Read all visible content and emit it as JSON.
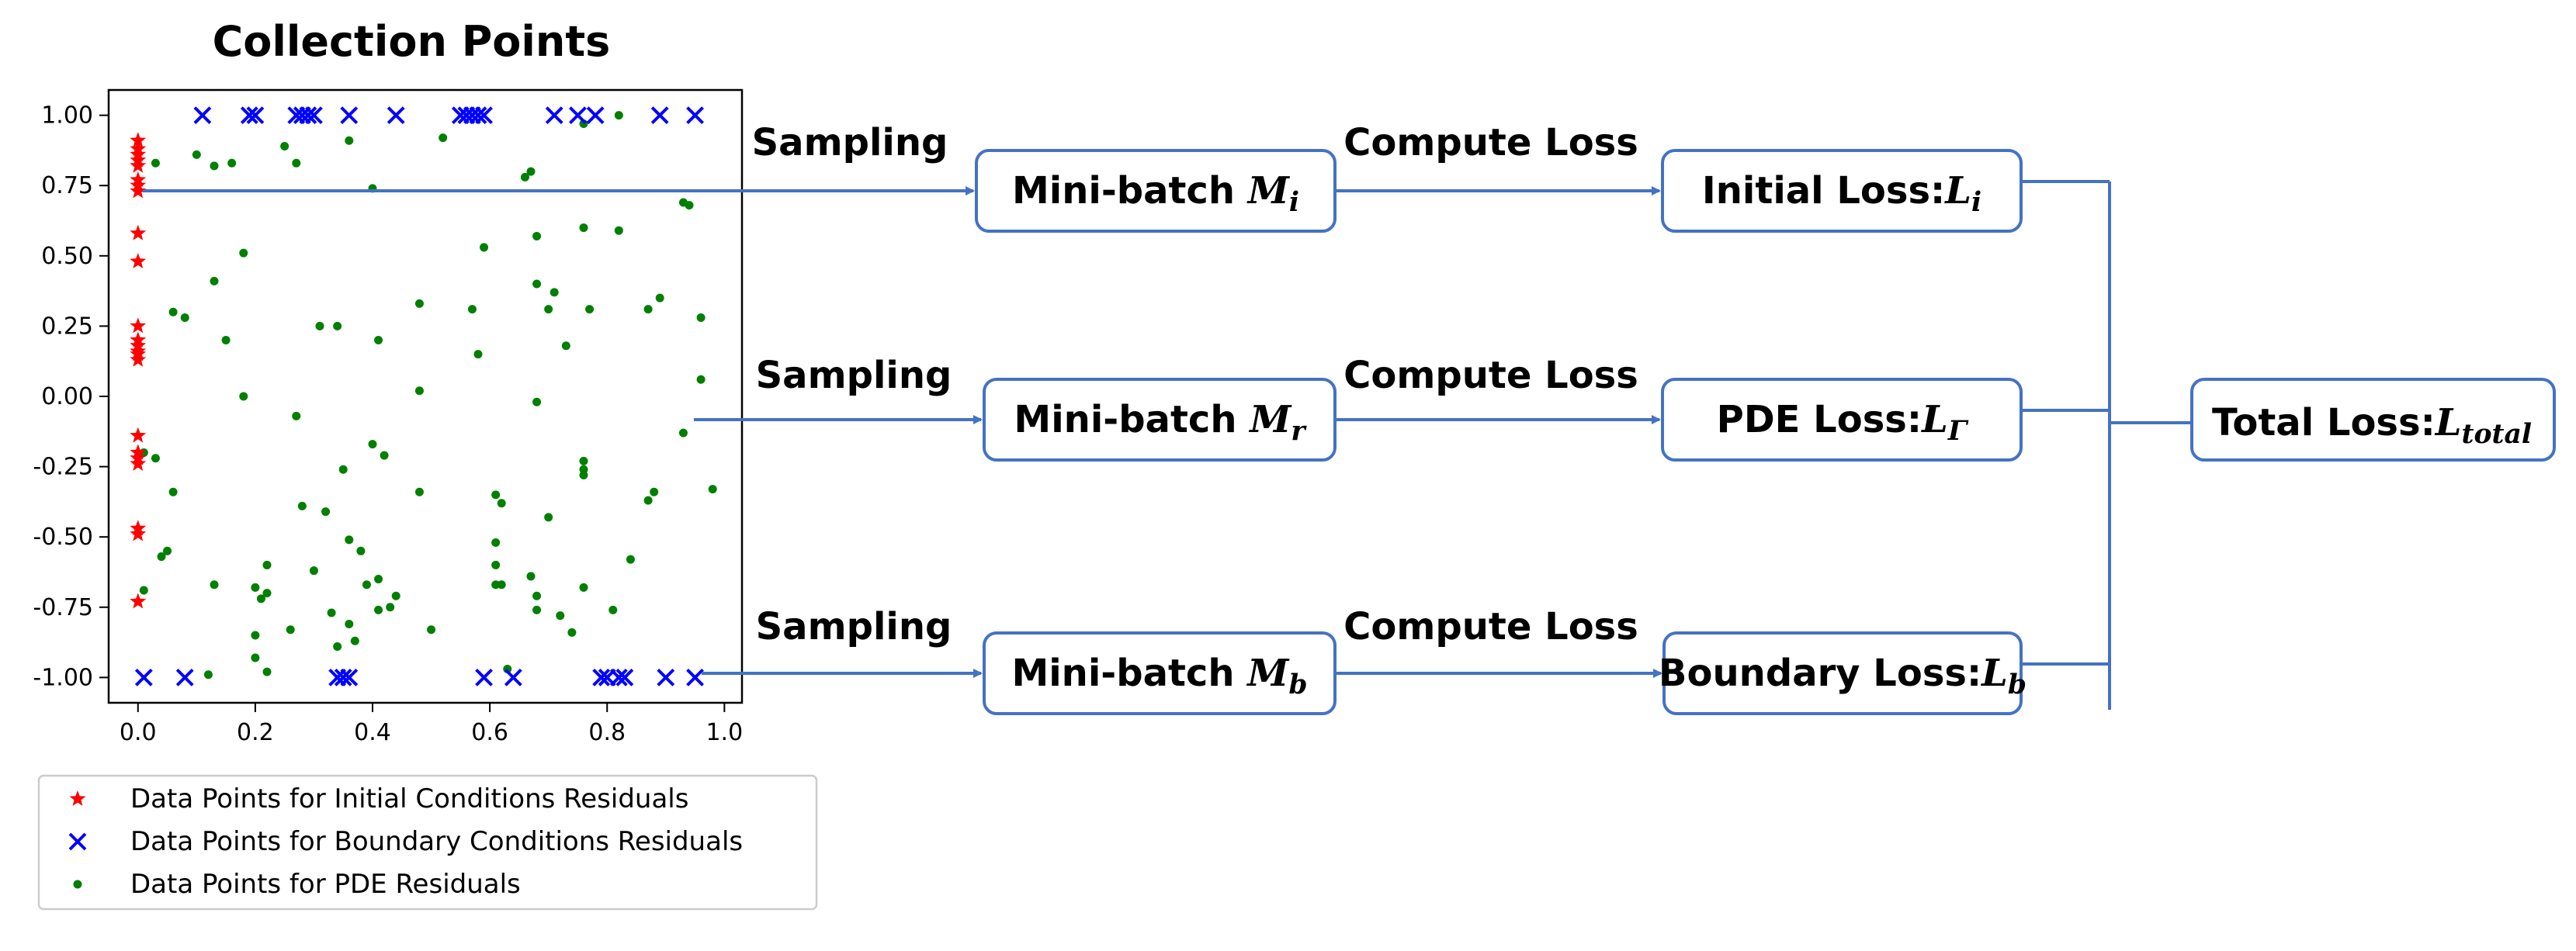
{
  "chart_data": {
    "type": "scatter",
    "title": "Collection Points",
    "xlabel": "",
    "ylabel": "",
    "xlim": [
      -0.05,
      1.03
    ],
    "ylim": [
      -1.09,
      1.09
    ],
    "x_ticks": [
      "0.0",
      "0.2",
      "0.4",
      "0.6",
      "0.8",
      "1.0"
    ],
    "y_ticks": [
      "1.00",
      "0.75",
      "0.50",
      "0.25",
      "0.00",
      "-0.25",
      "-0.50",
      "-0.75",
      "-1.00"
    ],
    "grid": false,
    "legend_position": "bottom-left, outside",
    "series": [
      {
        "name": "Data Points for Initial Conditions Residuals",
        "marker": "star",
        "color": "#ff0000",
        "points": [
          [
            0,
            0.91
          ],
          [
            0,
            0.88
          ],
          [
            0,
            0.86
          ],
          [
            0,
            0.84
          ],
          [
            0,
            0.82
          ],
          [
            0,
            0.77
          ],
          [
            0,
            0.75
          ],
          [
            0,
            0.73
          ],
          [
            0,
            0.58
          ],
          [
            0,
            0.48
          ],
          [
            0,
            0.25
          ],
          [
            0,
            0.2
          ],
          [
            0,
            0.18
          ],
          [
            0,
            0.16
          ],
          [
            0,
            0.15
          ],
          [
            0,
            0.13
          ],
          [
            0,
            -0.14
          ],
          [
            0,
            -0.2
          ],
          [
            0,
            -0.22
          ],
          [
            0,
            -0.24
          ],
          [
            0,
            -0.47
          ],
          [
            0,
            -0.49
          ],
          [
            0,
            -0.73
          ]
        ]
      },
      {
        "name": "Data Points for Boundary Conditions Residuals",
        "marker": "x",
        "color": "#0000ff",
        "points": [
          [
            0.11,
            1
          ],
          [
            0.19,
            1
          ],
          [
            0.2,
            1
          ],
          [
            0.27,
            1
          ],
          [
            0.28,
            1
          ],
          [
            0.29,
            1
          ],
          [
            0.3,
            1
          ],
          [
            0.36,
            1
          ],
          [
            0.44,
            1
          ],
          [
            0.55,
            1
          ],
          [
            0.56,
            1
          ],
          [
            0.57,
            1
          ],
          [
            0.58,
            1
          ],
          [
            0.59,
            1
          ],
          [
            0.71,
            1
          ],
          [
            0.75,
            1
          ],
          [
            0.78,
            1
          ],
          [
            0.89,
            1
          ],
          [
            0.95,
            1
          ],
          [
            0.01,
            -1
          ],
          [
            0.08,
            -1
          ],
          [
            0.34,
            -1
          ],
          [
            0.35,
            -1
          ],
          [
            0.36,
            -1
          ],
          [
            0.59,
            -1
          ],
          [
            0.64,
            -1
          ],
          [
            0.79,
            -1
          ],
          [
            0.8,
            -1
          ],
          [
            0.82,
            -1
          ],
          [
            0.83,
            -1
          ],
          [
            0.9,
            -1
          ],
          [
            0.95,
            -1
          ]
        ]
      },
      {
        "name": "Data Points for PDE Residuals",
        "marker": "dot",
        "color": "#008000",
        "points": [
          [
            0.03,
            0.83
          ],
          [
            0.1,
            0.86
          ],
          [
            0.13,
            0.82
          ],
          [
            0.16,
            0.83
          ],
          [
            0.25,
            0.89
          ],
          [
            0.27,
            0.83
          ],
          [
            0.36,
            0.91
          ],
          [
            0.4,
            0.74
          ],
          [
            0.52,
            0.92
          ],
          [
            0.66,
            0.78
          ],
          [
            0.67,
            0.8
          ],
          [
            0.76,
            0.97
          ],
          [
            0.82,
            1
          ],
          [
            0.93,
            0.69
          ],
          [
            0.94,
            0.68
          ],
          [
            0.18,
            0.51
          ],
          [
            0.59,
            0.53
          ],
          [
            0.68,
            0.57
          ],
          [
            0.76,
            0.6
          ],
          [
            0.82,
            0.59
          ],
          [
            0.13,
            0.41
          ],
          [
            0.06,
            0.3
          ],
          [
            0.08,
            0.28
          ],
          [
            0.15,
            0.2
          ],
          [
            0.31,
            0.25
          ],
          [
            0.34,
            0.25
          ],
          [
            0.41,
            0.2
          ],
          [
            0.48,
            0.33
          ],
          [
            0.57,
            0.31
          ],
          [
            0.58,
            0.15
          ],
          [
            0.68,
            0.4
          ],
          [
            0.7,
            0.31
          ],
          [
            0.71,
            0.37
          ],
          [
            0.73,
            0.18
          ],
          [
            0.77,
            0.31
          ],
          [
            0.87,
            0.31
          ],
          [
            0.89,
            0.35
          ],
          [
            0.96,
            0.28
          ],
          [
            0.96,
            0.06
          ],
          [
            0.18,
            0
          ],
          [
            0.27,
            -0.07
          ],
          [
            0.48,
            0.02
          ],
          [
            0.68,
            -0.02
          ],
          [
            0.93,
            -0.13
          ],
          [
            0.03,
            -0.22
          ],
          [
            0.06,
            -0.34
          ],
          [
            0.01,
            -0.2
          ],
          [
            0.35,
            -0.26
          ],
          [
            0.4,
            -0.17
          ],
          [
            0.42,
            -0.21
          ],
          [
            0.48,
            -0.34
          ],
          [
            0.61,
            -0.35
          ],
          [
            0.62,
            -0.38
          ],
          [
            0.7,
            -0.43
          ],
          [
            0.76,
            -0.23
          ],
          [
            0.76,
            -0.26
          ],
          [
            0.76,
            -0.28
          ],
          [
            0.87,
            -0.37
          ],
          [
            0.88,
            -0.34
          ],
          [
            0.98,
            -0.33
          ],
          [
            0.05,
            -0.55
          ],
          [
            0.04,
            -0.57
          ],
          [
            0.13,
            -0.67
          ],
          [
            0.01,
            -0.69
          ],
          [
            0.2,
            -0.68
          ],
          [
            0.21,
            -0.72
          ],
          [
            0.22,
            -0.7
          ],
          [
            0.22,
            -0.6
          ],
          [
            0.28,
            -0.39
          ],
          [
            0.3,
            -0.62
          ],
          [
            0.32,
            -0.41
          ],
          [
            0.36,
            -0.51
          ],
          [
            0.38,
            -0.55
          ],
          [
            0.39,
            -0.67
          ],
          [
            0.41,
            -0.65
          ],
          [
            0.43,
            -0.75
          ],
          [
            0.44,
            -0.71
          ],
          [
            0.5,
            -0.83
          ],
          [
            0.61,
            -0.52
          ],
          [
            0.61,
            -0.6
          ],
          [
            0.61,
            -0.67
          ],
          [
            0.67,
            -0.64
          ],
          [
            0.68,
            -0.71
          ],
          [
            0.68,
            -0.76
          ],
          [
            0.74,
            -0.84
          ],
          [
            0.76,
            -0.68
          ],
          [
            0.81,
            -0.76
          ],
          [
            0.84,
            -0.58
          ],
          [
            0.12,
            -0.99
          ],
          [
            0.2,
            -0.85
          ],
          [
            0.2,
            -0.93
          ],
          [
            0.22,
            -0.98
          ],
          [
            0.26,
            -0.83
          ],
          [
            0.33,
            -0.77
          ],
          [
            0.34,
            -0.89
          ],
          [
            0.36,
            -0.81
          ],
          [
            0.37,
            -0.87
          ],
          [
            0.41,
            -0.76
          ],
          [
            0.63,
            -0.97
          ],
          [
            0.62,
            -0.67
          ],
          [
            0.72,
            -0.78
          ]
        ]
      }
    ]
  },
  "flow": {
    "sampling_label": "Sampling",
    "compute_label": "Compute Loss",
    "rows": [
      {
        "batch_text": "Mini-batch ",
        "batch_sym": "M",
        "batch_sub": "i",
        "loss_text": "Initial Loss:",
        "loss_sym": "L",
        "loss_sub": "i"
      },
      {
        "batch_text": "Mini-batch ",
        "batch_sym": "M",
        "batch_sub": "r",
        "loss_text": "PDE Loss:",
        "loss_sym": "L",
        "loss_sub": "Γ"
      },
      {
        "batch_text": "Mini-batch ",
        "batch_sym": "M",
        "batch_sub": "b",
        "loss_text": "Boundary Loss:",
        "loss_sym": "L",
        "loss_sub": "b"
      }
    ],
    "total": {
      "text": "Total Loss:",
      "sym": "L",
      "sub": "total"
    },
    "colors": {
      "arrow": "#4472c4",
      "box_border": "#4472c4"
    }
  }
}
